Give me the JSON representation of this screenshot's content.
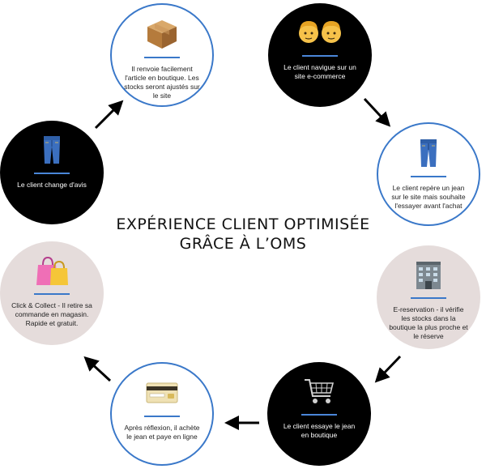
{
  "title": {
    "line1": "EXPÉRIENCE CLIENT OPTIMISÉE",
    "line2": "GRÂCE À L’OMS"
  },
  "steps": [
    {
      "icon": "package-icon",
      "text": "Il renvoie facilement l'article en boutique. Les stocks seront ajustés sur le site"
    },
    {
      "icon": "two-men-icon",
      "text": "Le client navigue sur un site e-commerce"
    },
    {
      "icon": "jeans-icon",
      "text": "Le client repère un jean sur le site mais souhaite l'essayer avant l'achat"
    },
    {
      "icon": "store-building-icon",
      "text": "E-reservation - il vérifie les stocks dans la boutique la plus proche et le réserve"
    },
    {
      "icon": "shopping-cart-icon",
      "text": "Le client essaye le jean en boutique"
    },
    {
      "icon": "credit-card-icon",
      "text": "Après réflexion, il achète le jean et paye en ligne"
    },
    {
      "icon": "shopping-bags-icon",
      "text": "Click & Collect - Il retire sa commande en magasin. Rapide et gratuit."
    },
    {
      "icon": "jeans-icon",
      "text": "Le client change d'avis"
    }
  ],
  "colors": {
    "accent_blue": "#3a78c9",
    "black_circle": "#000000",
    "grey_circle": "#e5dcdb",
    "arrow": "#000000"
  }
}
